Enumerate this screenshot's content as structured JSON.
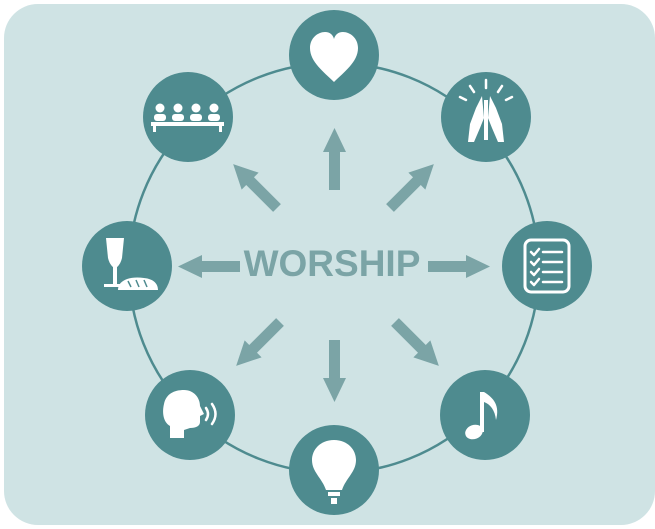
{
  "title": "WORSHIP",
  "colors": {
    "background": "#cfe3e4",
    "teal": "#4e8b8f",
    "arrow": "#7ba4a6",
    "title_text": "#7ba4a6",
    "ring": "#4e8b8f",
    "icon_fill": "#ffffff"
  },
  "nodes": [
    {
      "id": "top",
      "icon": "heart-icon"
    },
    {
      "id": "top-right",
      "icon": "praying-hands-icon"
    },
    {
      "id": "right",
      "icon": "checklist-icon"
    },
    {
      "id": "bottom-right",
      "icon": "music-note-icon"
    },
    {
      "id": "bottom",
      "icon": "lightbulb-icon"
    },
    {
      "id": "bottom-left",
      "icon": "speaking-head-icon"
    },
    {
      "id": "left",
      "icon": "bread-and-wine-icon"
    },
    {
      "id": "top-left",
      "icon": "congregation-icon"
    }
  ]
}
